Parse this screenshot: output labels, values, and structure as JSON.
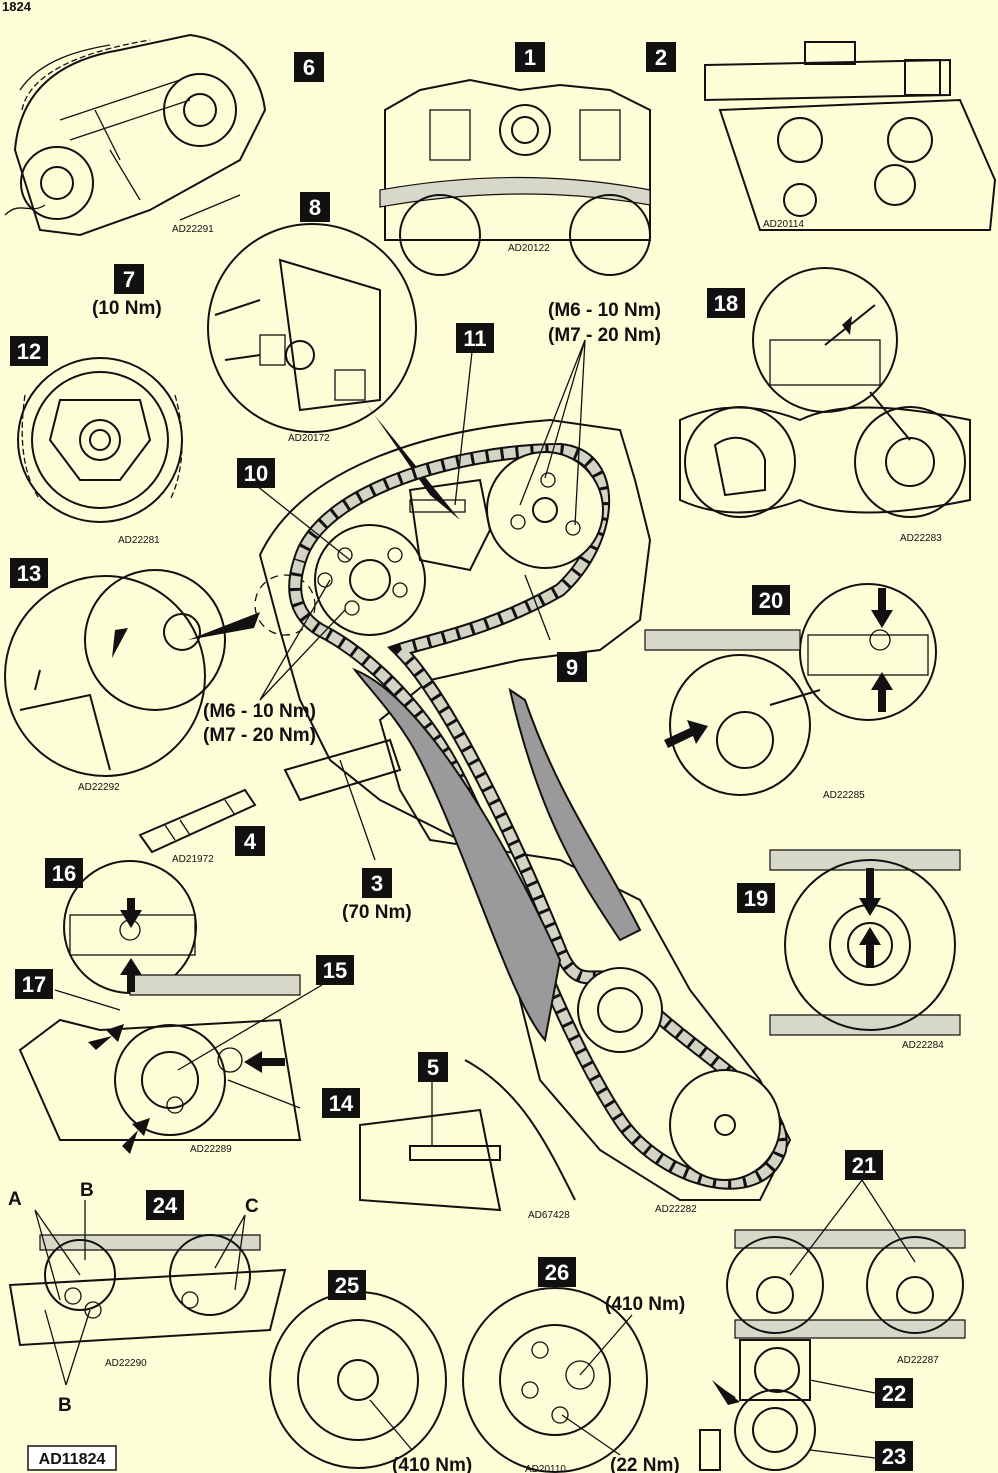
{
  "header": {
    "figure_id": "1824"
  },
  "footer": {
    "badge": "AD11824"
  },
  "callouts": [
    {
      "id": "c1",
      "label": "1"
    },
    {
      "id": "c2",
      "label": "2"
    },
    {
      "id": "c3",
      "label": "3"
    },
    {
      "id": "c4",
      "label": "4"
    },
    {
      "id": "c5",
      "label": "5"
    },
    {
      "id": "c6",
      "label": "6"
    },
    {
      "id": "c7",
      "label": "7"
    },
    {
      "id": "c8",
      "label": "8"
    },
    {
      "id": "c9",
      "label": "9"
    },
    {
      "id": "c10",
      "label": "10"
    },
    {
      "id": "c11",
      "label": "11"
    },
    {
      "id": "c12",
      "label": "12"
    },
    {
      "id": "c13",
      "label": "13"
    },
    {
      "id": "c14",
      "label": "14"
    },
    {
      "id": "c15",
      "label": "15"
    },
    {
      "id": "c16",
      "label": "16"
    },
    {
      "id": "c17",
      "label": "17"
    },
    {
      "id": "c18",
      "label": "18"
    },
    {
      "id": "c19",
      "label": "19"
    },
    {
      "id": "c20",
      "label": "20"
    },
    {
      "id": "c21",
      "label": "21"
    },
    {
      "id": "c22",
      "label": "22"
    },
    {
      "id": "c23",
      "label": "23"
    },
    {
      "id": "c24",
      "label": "24"
    },
    {
      "id": "c25",
      "label": "25"
    },
    {
      "id": "c26",
      "label": "26"
    }
  ],
  "torques": {
    "t7": "(10 Nm)",
    "t9a": "(M6 - 10 Nm)",
    "t9b": "(M7 - 20 Nm)",
    "t10a": "(M6 - 10 Nm)",
    "t10b": "(M7 - 20 Nm)",
    "t3": "(70 Nm)",
    "t25": "(410 Nm)",
    "t26a": "(410 Nm)",
    "t26b": "(22 Nm)"
  },
  "refs": {
    "r6": "AD22291",
    "r1": "AD20122",
    "r2": "AD20114",
    "r8": "AD20172",
    "r12": "AD22281",
    "r18": "AD22283",
    "r13": "AD22292",
    "r20": "AD22285",
    "r4": "AD21972",
    "r9": "AD22282",
    "r5": "AD67428",
    "r19": "AD22284",
    "r16": "AD22289",
    "r24": "AD22290",
    "r21": "AD22287",
    "r26": "AD20110"
  },
  "letters": {
    "A": "A",
    "B": "B",
    "B2": "B",
    "C": "C"
  }
}
